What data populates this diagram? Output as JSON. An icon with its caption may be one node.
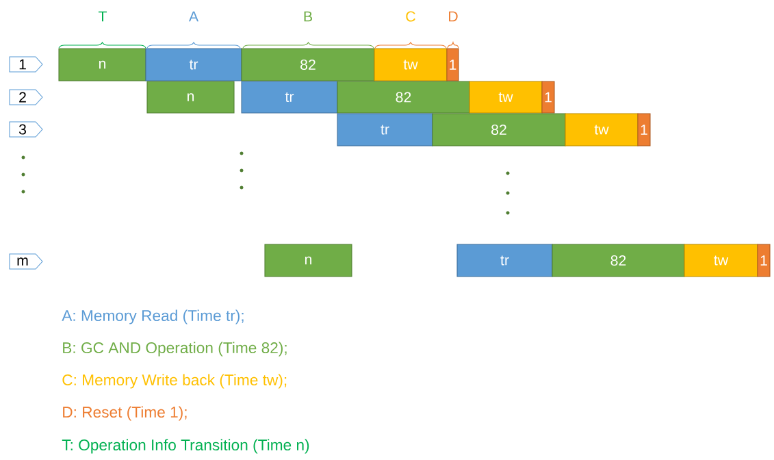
{
  "diagram": {
    "nodes": [
      {
        "text": [
          "1"
        ]
      },
      {
        "text": [
          "n"
        ]
      },
      {
        "text": [
          "tr"
        ]
      },
      {
        "text": [
          "82"
        ]
      },
      {
        "text": [
          "tw"
        ]
      },
      {
        "text": [
          "1"
        ]
      },
      {
        "text": [
          "2"
        ]
      },
      {
        "text": [
          "n"
        ]
      },
      {
        "text": [
          "tr"
        ]
      },
      {
        "text": [
          "82"
        ]
      },
      {
        "text": [
          "tw"
        ]
      },
      {
        "text": [
          "1"
        ]
      },
      {
        "text": [
          "3"
        ]
      },
      {
        "text": [
          "tr"
        ]
      },
      {
        "text": [
          "82"
        ]
      },
      {
        "text": [
          "tw"
        ]
      },
      {
        "text": [
          "1"
        ]
      },
      {
        "text": [
          "m"
        ]
      },
      {
        "text": [
          "n"
        ]
      },
      {
        "text": [
          "tr"
        ]
      },
      {
        "text": [
          "82"
        ]
      },
      {
        "text": [
          "tw"
        ]
      },
      {
        "text": [
          "1"
        ]
      }
    ],
    "labels": [
      "T",
      "A",
      "B",
      "C",
      "D",
      "A: Memory Read (Time tr);",
      "B: GC AND Operation (Time 82);",
      "C: Memory Write back (Time tw);",
      "D: Reset (Time 1);",
      "T: Operation Info Transition (Time n)"
    ]
  }
}
